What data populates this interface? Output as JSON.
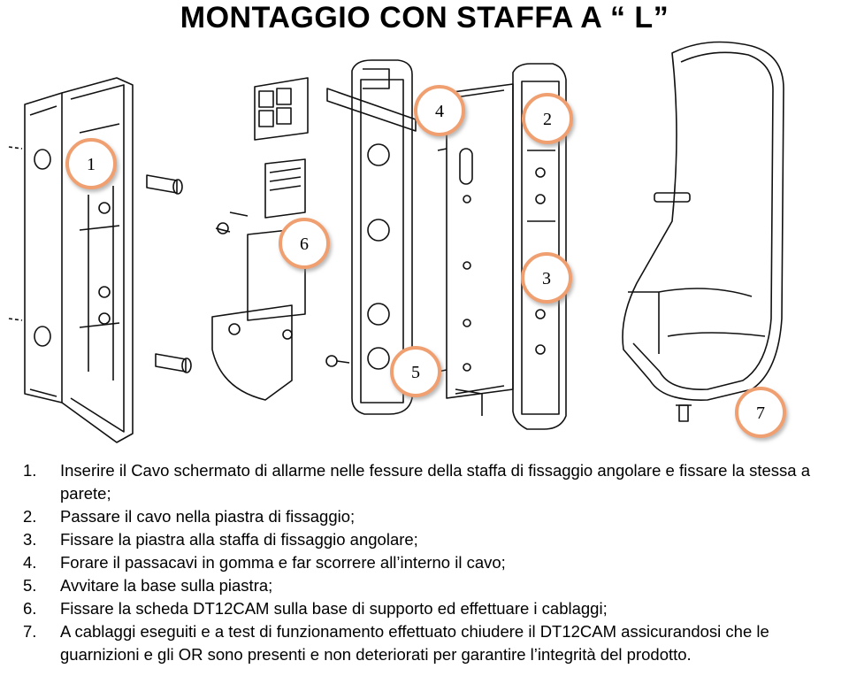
{
  "title": "MONTAGGIO CON STAFFA A “ L”",
  "callouts": [
    "1",
    "6",
    "4",
    "2",
    "3",
    "5",
    "7"
  ],
  "colors": {
    "callout_ring": "#f0a070",
    "line": "#111111",
    "bg": "#ffffff"
  },
  "steps": [
    {
      "num": "1.",
      "text": "Inserire il Cavo schermato di allarme nelle fessure della staffa di fissaggio angolare e fissare la stessa a parete;"
    },
    {
      "num": "2.",
      "text": "Passare il cavo nella piastra di fissaggio;"
    },
    {
      "num": "3.",
      "text": "Fissare la piastra alla staffa di fissaggio angolare;"
    },
    {
      "num": "4.",
      "text": "Forare il passacavi in gomma e far scorrere all’interno il cavo;"
    },
    {
      "num": "5.",
      "text": "Avvitare la base sulla piastra;"
    },
    {
      "num": "6.",
      "text": "Fissare la scheda DT12CAM sulla base di supporto ed effettuare i cablaggi;"
    },
    {
      "num": "7.",
      "text": "A cablaggi eseguiti e a test di funzionamento effettuato chiudere il DT12CAM assicurandosi che le guarnizioni e gli OR sono presenti e non deteriorati per garantire l’integrità del prodotto."
    }
  ]
}
